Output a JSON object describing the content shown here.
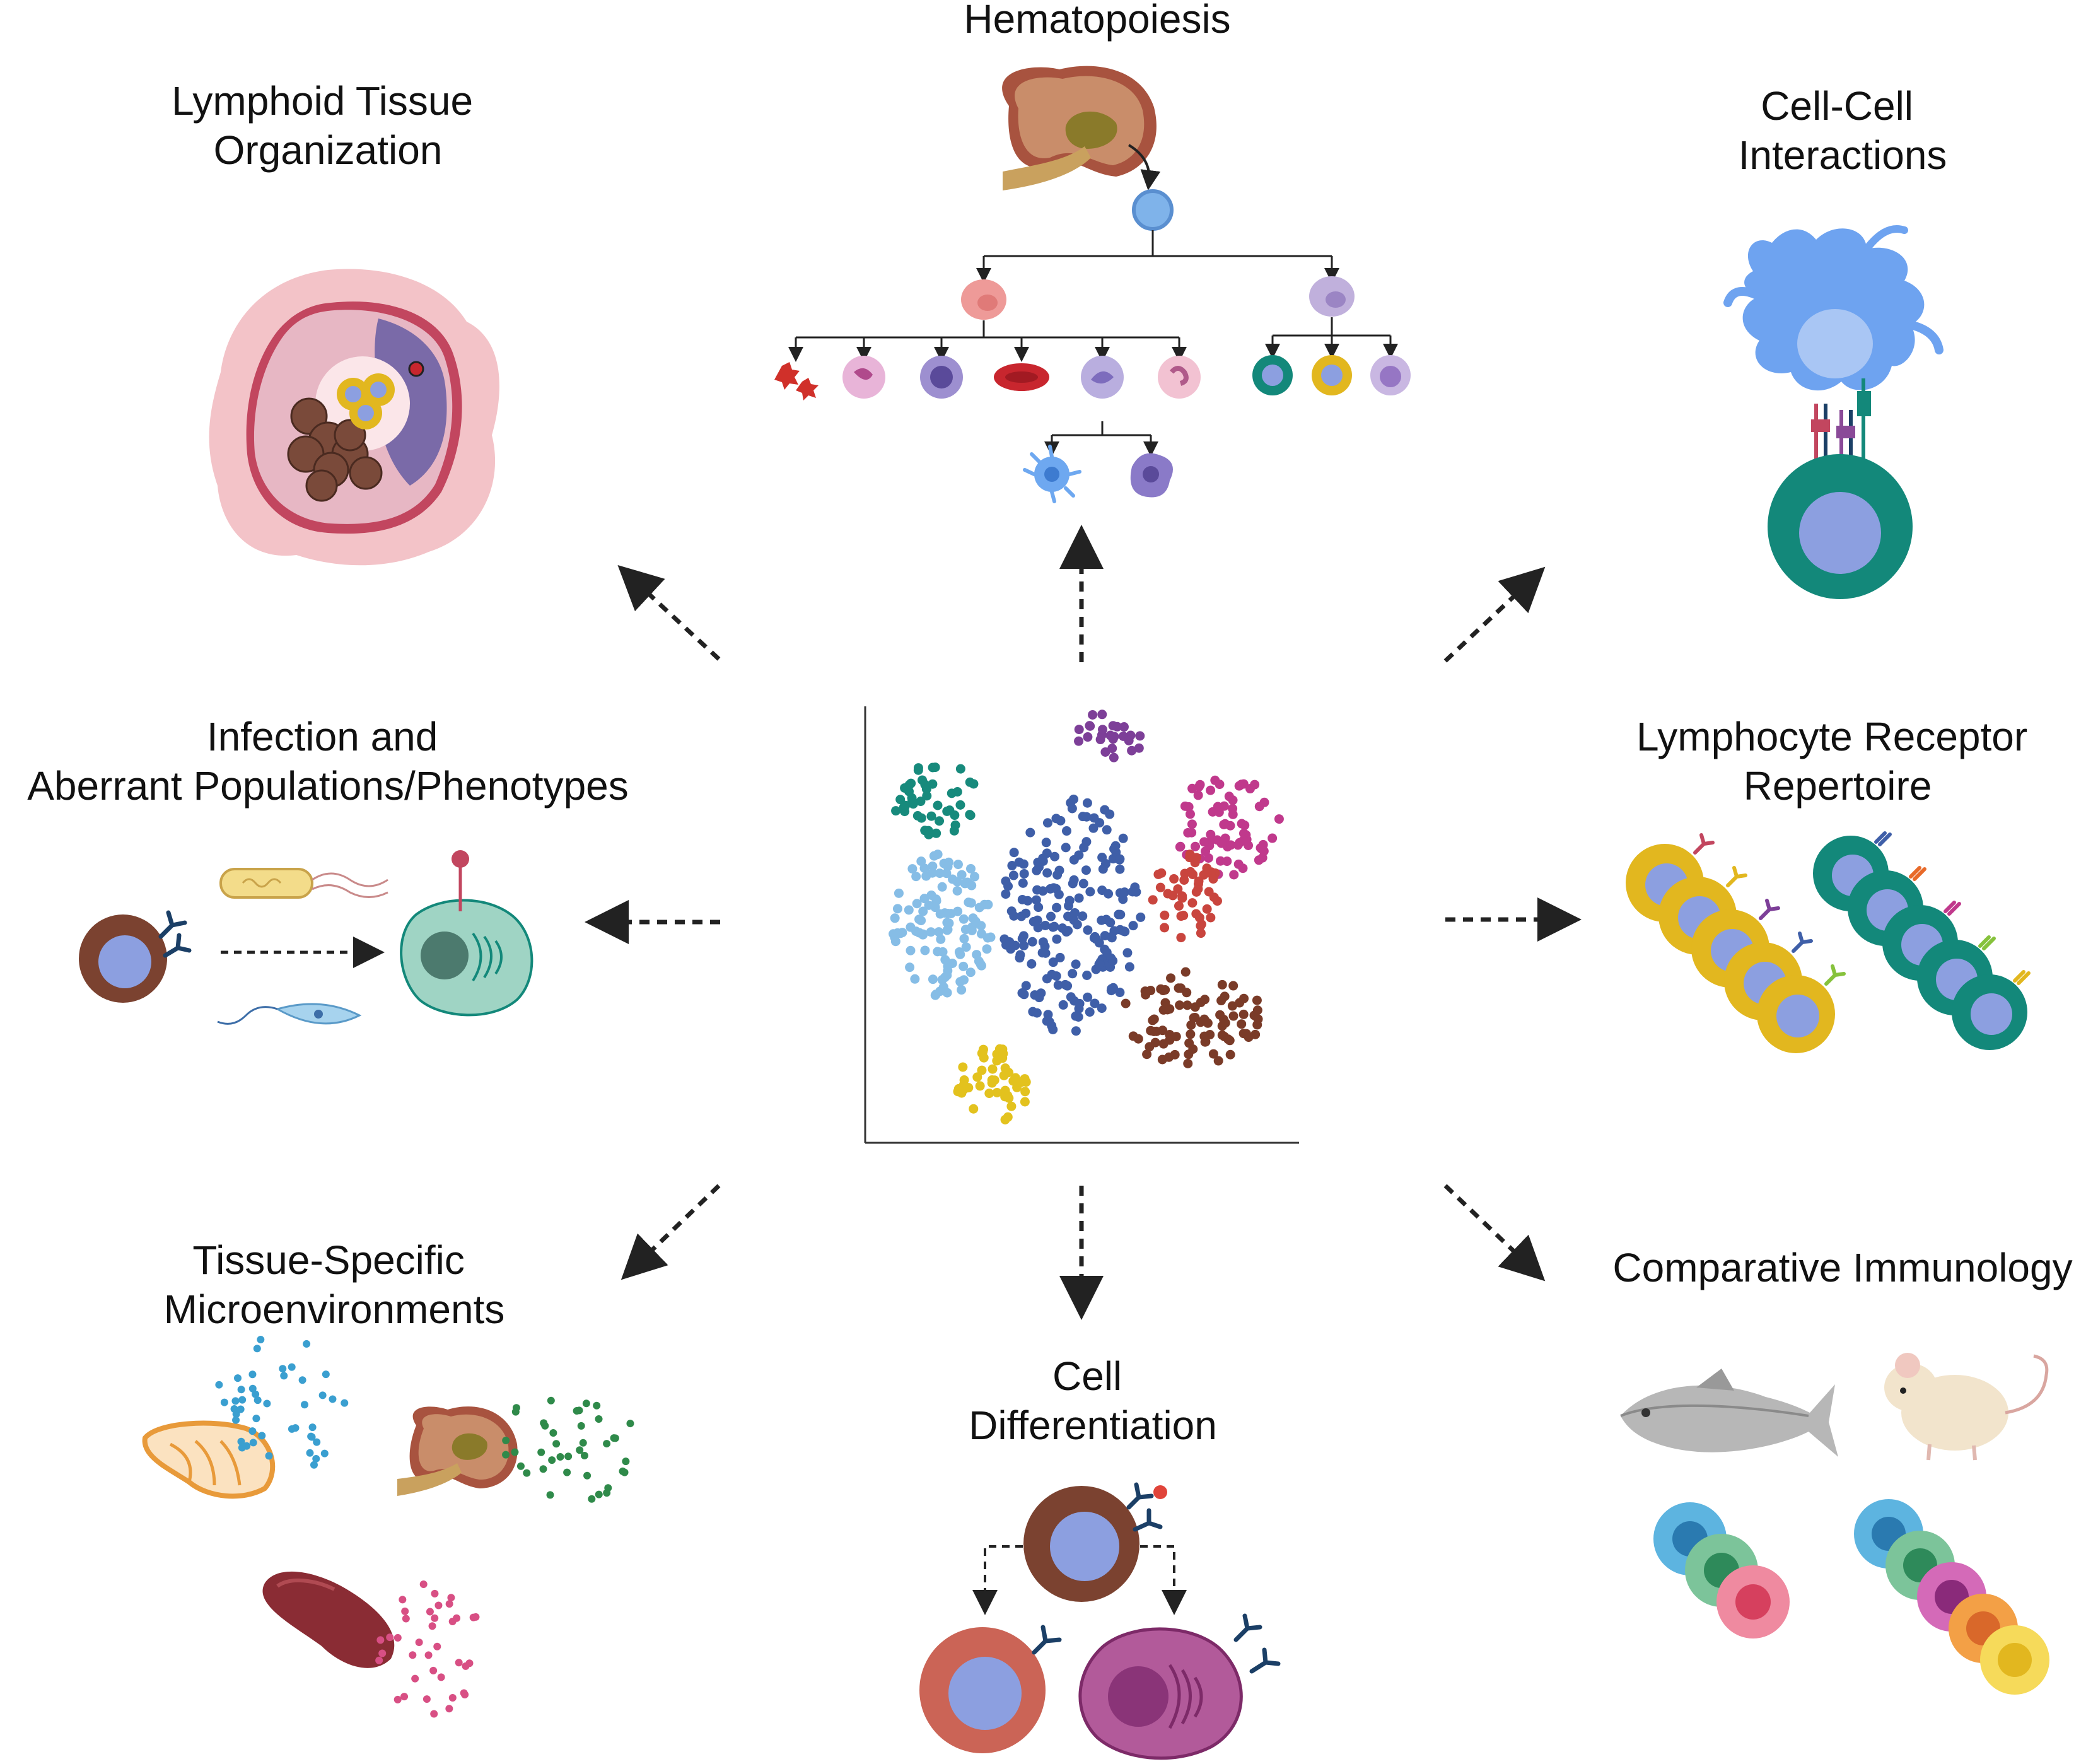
{
  "figure": {
    "labels": {
      "hematopoiesis": [
        "Hematopoiesis"
      ],
      "lymphoid": [
        "Lymphoid Tissue",
        "Organization"
      ],
      "cellcell": [
        "Cell-Cell",
        "Interactions"
      ],
      "infection": [
        "Infection and",
        "Aberrant Populations/Phenotypes"
      ],
      "repertoire": [
        "Lymphocyte Receptor",
        "Repertoire"
      ],
      "tissue": [
        "Tissue-Specific",
        "Microenvironments"
      ],
      "differentiation": [
        "Cell",
        "Differentiation"
      ],
      "comparative": [
        "Comparative Immunology"
      ]
    }
  },
  "colors": {
    "scatter_clusters": [
      "#178a7c",
      "#7d3f98",
      "#3f5fa8",
      "#c0398c",
      "#86bde6",
      "#c9453e",
      "#e3c21e",
      "#7a3b28"
    ],
    "arrow": "#222222",
    "tcell_ring": "#13887a",
    "bcell_ring": "#e2b71f",
    "dark_ring": "#7b4230",
    "nucleus": "#8c9fe0",
    "red_cell": "#cb6456",
    "plasma_cell": "#b25a9a"
  },
  "icons": [
    "bone-marrow-icon",
    "stem-cell-icon",
    "lymph-node-icon",
    "dendritic-cell-icon",
    "t-cell-icon",
    "bacterium-icon",
    "parasite-icon",
    "plasma-cell-icon",
    "fish-icon",
    "mouse-icon",
    "spleen-icon",
    "liver-icon",
    "kidney-icon",
    "antibody-icon"
  ]
}
